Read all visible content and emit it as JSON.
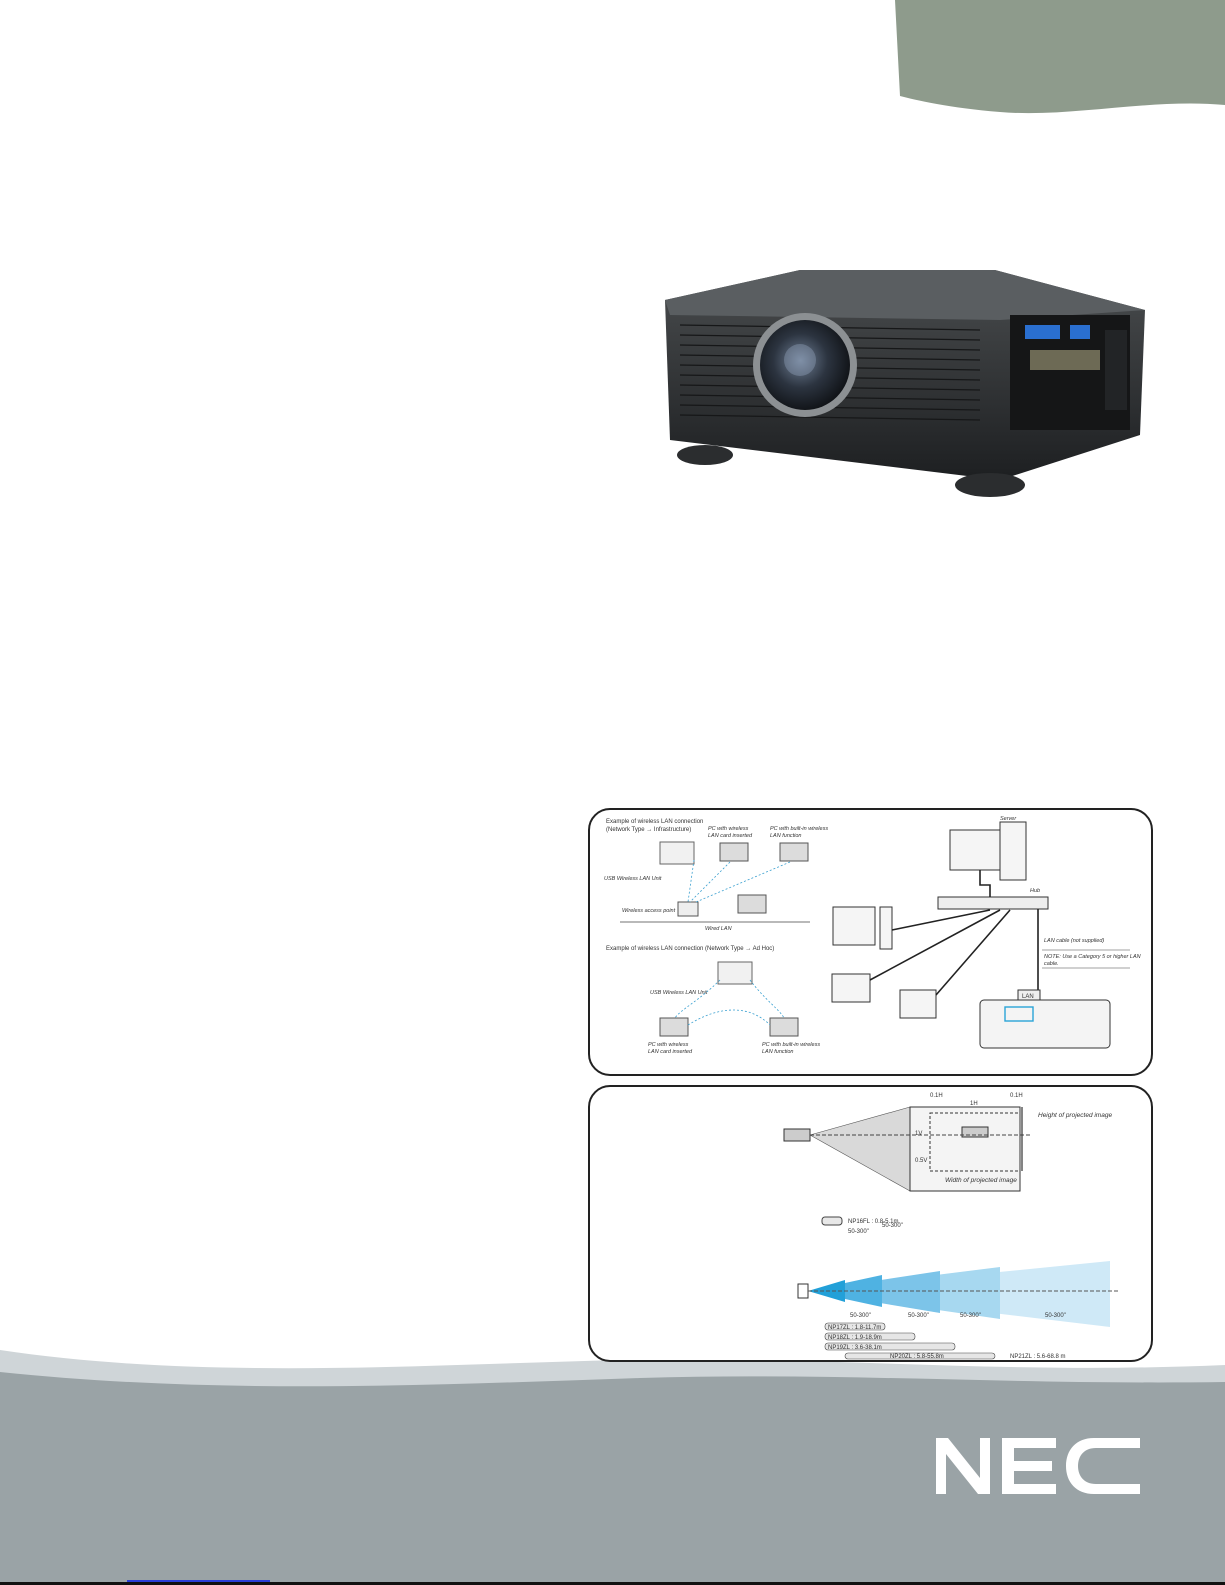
{
  "brand": {
    "name": "NEC",
    "logo_color": "#ffffff"
  },
  "colors": {
    "tab": "#8e9b8c",
    "footer": "#9aa3a6",
    "accent_blue": "#2aa4d8"
  },
  "lan_diagram": {
    "infra_title": "Example of wireless LAN connection",
    "infra_subtitle": "(Network Type → Infrastructure)",
    "pc_wireless_card_1": "PC with wireless",
    "pc_wireless_card_2": "LAN card inserted",
    "pc_builtin_1": "PC with built-in wireless",
    "pc_builtin_2": "LAN function",
    "usb_unit": "USB Wireless LAN Unit",
    "access_point": "Wireless access point",
    "wired_lan": "Wired LAN",
    "adhoc_title": "Example of wireless LAN connection (Network Type → Ad Hoc)",
    "usb_unit_2": "USB Wireless LAN Unit",
    "pc_card_adhoc_1": "PC with wireless",
    "pc_card_adhoc_2": "LAN card inserted",
    "pc_builtin_adhoc_1": "PC with built-in wireless",
    "pc_builtin_adhoc_2": "LAN function",
    "server": "Server",
    "hub": "Hub",
    "lan_cable": "LAN cable (not supplied)",
    "note_1": "NOTE: Use a Category 5 or higher LAN",
    "note_2": "cable.",
    "lan_port": "LAN"
  },
  "throw_diagram": {
    "shift_left": "0.1H",
    "shift_center": "1H",
    "shift_right": "0.1H",
    "height_label": "Height of projected image",
    "width_label": "Width of projected image",
    "v1": "1V",
    "v05": "0.5V",
    "lens_np16": "NP16FL : 0.8-5.1m",
    "size_a": "50-300\"",
    "size_b": "50-300\"",
    "size_c": "50-300\"",
    "size_d": "50-300\"",
    "size_e": "50-300\"",
    "size_f": "50-300\"",
    "lens_np17": "NP17ZL : 1.8-11.7m",
    "lens_np18": "NP18ZL : 1.9-18.9m",
    "lens_np19": "NP19ZL : 3.6-38.1m",
    "lens_np20": "NP20ZL : 5.8-55.8m",
    "lens_np21": "NP21ZL : 5.6-68.8 m"
  }
}
